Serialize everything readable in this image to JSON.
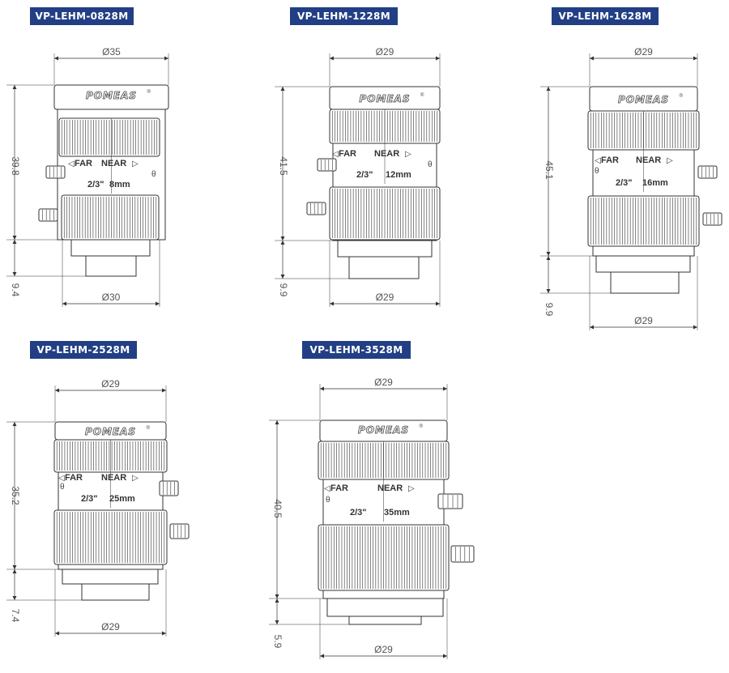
{
  "lenses": [
    {
      "model": "VP-LEHM-0828M",
      "top_diameter": "Ø35",
      "bottom_diameter": "Ø30",
      "length": "39.8",
      "back": "9.4",
      "aperture_text": "2/3\"",
      "focal_text": "8mm",
      "far": "FAR",
      "near": "NEAR",
      "theta": "θ",
      "brand": "POMEAS",
      "reg": "®"
    },
    {
      "model": "VP-LEHM-1228M",
      "top_diameter": "Ø29",
      "bottom_diameter": "Ø29",
      "length": "41.5",
      "back": "9.9",
      "aperture_text": "2/3\"",
      "focal_text": "12mm",
      "far": "FAR",
      "near": "NEAR",
      "theta": "θ",
      "brand": "POMEAS",
      "reg": "®"
    },
    {
      "model": "VP-LEHM-1628M",
      "top_diameter": "Ø29",
      "bottom_diameter": "Ø29",
      "length": "45.1",
      "back": "9.9",
      "aperture_text": "2/3\"",
      "focal_text": "16mm",
      "far": "FAR",
      "near": "NEAR",
      "theta": "θ",
      "brand": "POMEAS",
      "reg": "®"
    },
    {
      "model": "VP-LEHM-2528M",
      "top_diameter": "Ø29",
      "bottom_diameter": "Ø29",
      "length": "35.2",
      "back": "7.4",
      "aperture_text": "2/3\"",
      "focal_text": "25mm",
      "far": "FAR",
      "near": "NEAR",
      "theta": "θ",
      "brand": "POMEAS",
      "reg": "®"
    },
    {
      "model": "VP-LEHM-3528M",
      "top_diameter": "Ø29",
      "bottom_diameter": "Ø29",
      "length": "40.5",
      "back": "5.9",
      "aperture_text": "2/3\"",
      "focal_text": "35mm",
      "far": "FAR",
      "near": "NEAR",
      "theta": "θ",
      "brand": "POMEAS",
      "reg": "®"
    }
  ],
  "colors": {
    "title_bg": "#223f85",
    "title_text": "#ffffff",
    "line": "#333333",
    "dim": "#555555"
  }
}
